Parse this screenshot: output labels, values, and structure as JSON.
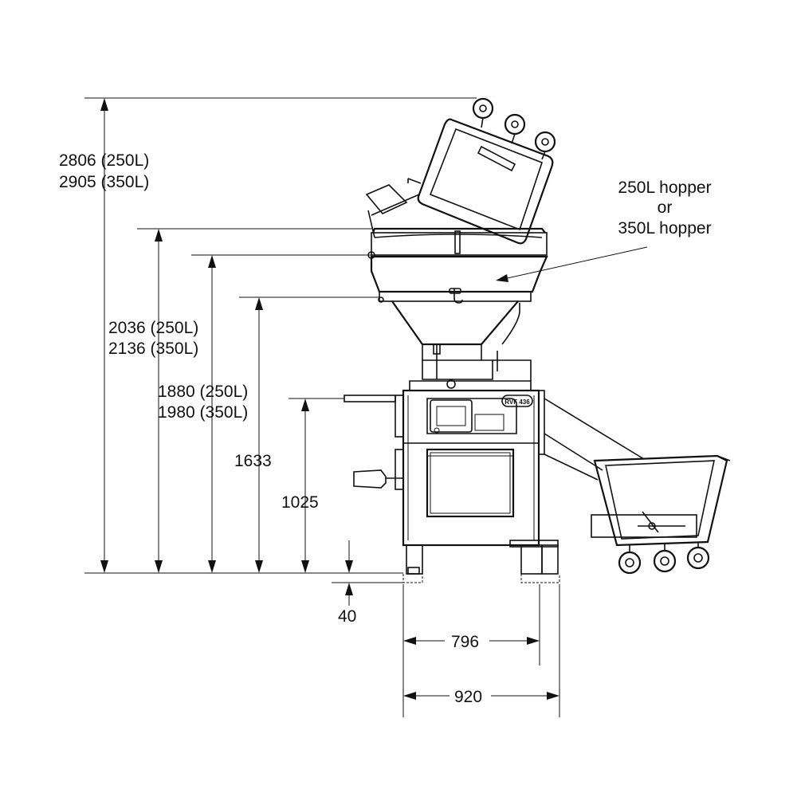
{
  "dimensions": {
    "total_height_line1": "2806 (250L)",
    "total_height_line2": "2905 (350L)",
    "hopper_top_line1": "2036 (250L)",
    "hopper_top_line2": "2136 (350L)",
    "hopper_rim_line1": "1880 (250L)",
    "hopper_rim_line2": "1980 (350L)",
    "funnel_ring": "1633",
    "handle_height": "1025",
    "foot_height": "40",
    "inner_width": "796",
    "outer_width": "920"
  },
  "callout": {
    "line1": "250L hopper",
    "line2": "or",
    "line3": "350L hopper"
  },
  "machine": {
    "badge": "RVF 436"
  }
}
